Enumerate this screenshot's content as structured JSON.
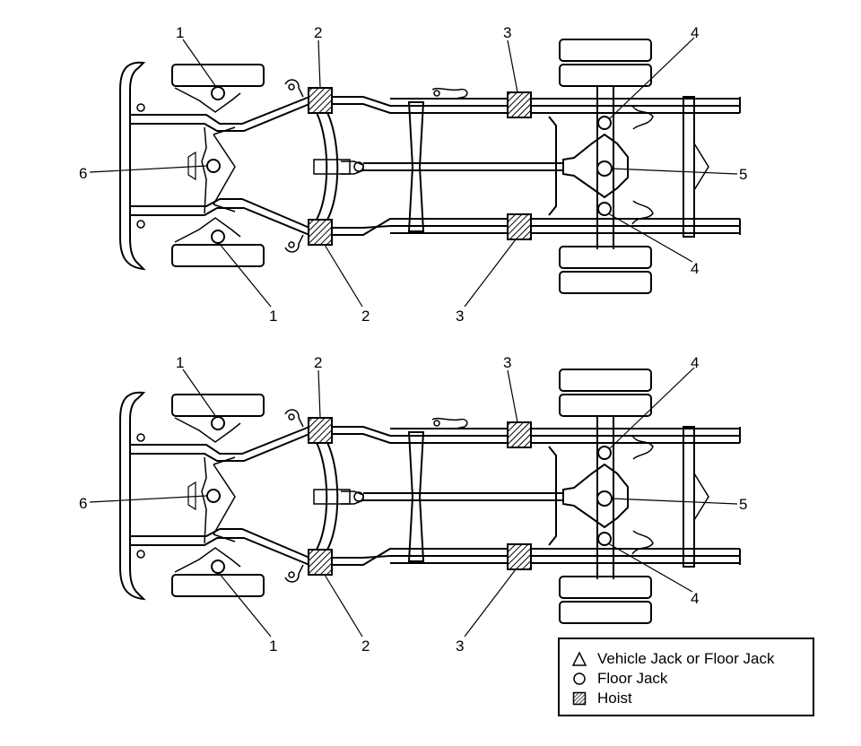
{
  "callouts": {
    "front_lift": "1",
    "front_hoist": "2",
    "rear_hoist": "3",
    "axle_lift": "4",
    "differential_lift": "5",
    "crossmember_lift": "6"
  },
  "legend": {
    "items": [
      {
        "symbol": "triangle-icon",
        "label": "Vehicle Jack or Floor Jack"
      },
      {
        "symbol": "circle-icon",
        "label": "Floor Jack"
      },
      {
        "symbol": "hatched-square-icon",
        "label": "Hoist"
      }
    ]
  },
  "colors": {
    "line": "#000000",
    "background": "#ffffff"
  }
}
